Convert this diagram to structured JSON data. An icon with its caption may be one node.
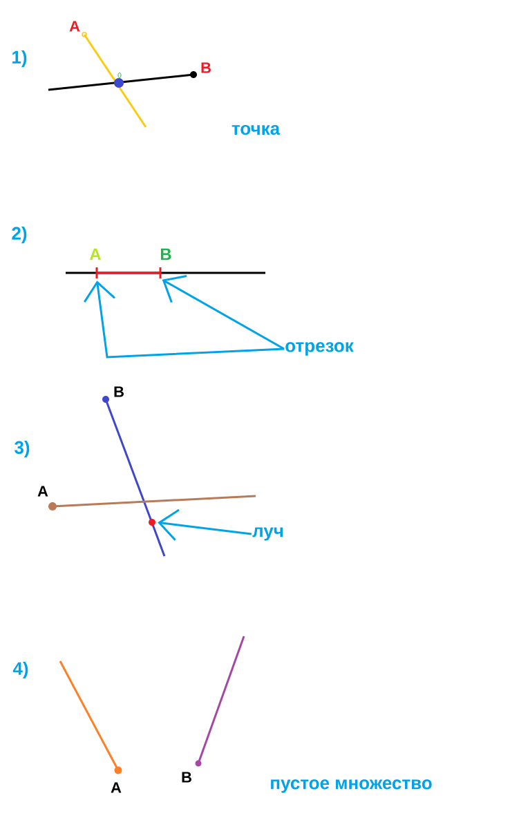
{
  "diagram": {
    "nodes": [
      {
        "text": [
          "отрезок"
        ]
      },
      {
        "text": [],
        "shape": "bar"
      },
      {
        "text": [],
        "shape": "bar"
      },
      {
        "text": [
          "луч"
        ]
      },
      {
        "text": [],
        "shape": "circle"
      }
    ],
    "edges": [
      {
        "from": 0,
        "to": 1,
        "arrow": "to"
      },
      {
        "from": 0,
        "to": 2,
        "arrow": "to"
      },
      {
        "from": 3,
        "to": 4,
        "arrow": "to"
      },
      {
        "from": 1,
        "to": 2,
        "arrow": "none",
        "color": "#ed1c24"
      }
    ],
    "labels": [
      "1)",
      "A",
      "B",
      "точка",
      "2)",
      "A",
      "B",
      "3)",
      "B",
      "A",
      "4)",
      "B",
      "A",
      "пустое множество"
    ]
  }
}
